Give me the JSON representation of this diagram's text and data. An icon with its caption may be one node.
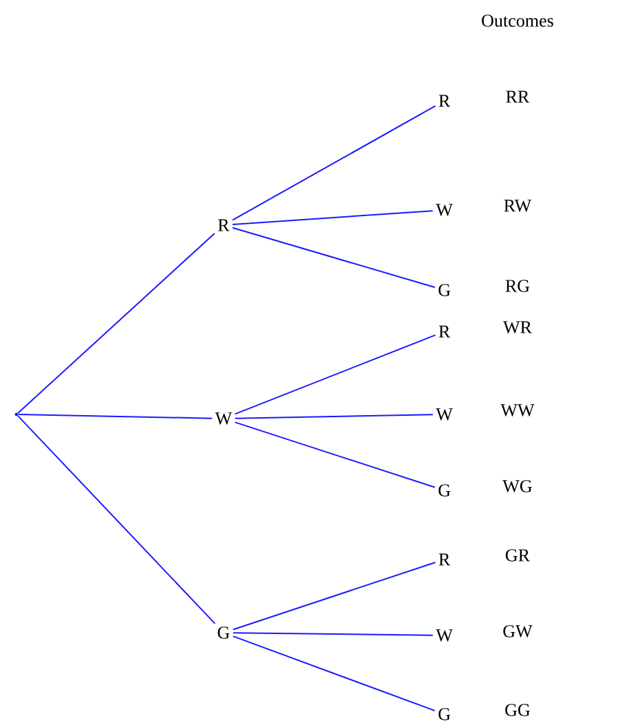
{
  "diagram": {
    "title": "Outcomes",
    "nodes": [
      {
        "text": [],
        "shape": "point"
      },
      {
        "text": [
          "R"
        ]
      },
      {
        "text": [
          "W"
        ]
      },
      {
        "text": [
          "G"
        ]
      },
      {
        "text": [
          "R"
        ],
        "beside": [
          "RR"
        ]
      },
      {
        "text": [
          "W"
        ],
        "beside": [
          "RW"
        ]
      },
      {
        "text": [
          "G"
        ],
        "beside": [
          "RG"
        ]
      },
      {
        "text": [
          "R"
        ],
        "beside": [
          "WR"
        ]
      },
      {
        "text": [
          "W"
        ],
        "beside": [
          "WW"
        ]
      },
      {
        "text": [
          "G"
        ],
        "beside": [
          "WG"
        ]
      },
      {
        "text": [
          "R"
        ],
        "beside": [
          "GR"
        ]
      },
      {
        "text": [
          "W"
        ],
        "beside": [
          "GW"
        ]
      },
      {
        "text": [
          "G"
        ],
        "beside": [
          "GG"
        ]
      }
    ],
    "edges": [
      {
        "from": 0,
        "to": 1,
        "arrow": "none"
      },
      {
        "from": 0,
        "to": 2,
        "arrow": "none"
      },
      {
        "from": 0,
        "to": 3,
        "arrow": "none"
      },
      {
        "from": 1,
        "to": 4,
        "arrow": "none"
      },
      {
        "from": 1,
        "to": 5,
        "arrow": "none"
      },
      {
        "from": 1,
        "to": 6,
        "arrow": "none"
      },
      {
        "from": 2,
        "to": 7,
        "arrow": "none"
      },
      {
        "from": 2,
        "to": 8,
        "arrow": "none"
      },
      {
        "from": 2,
        "to": 9,
        "arrow": "none"
      },
      {
        "from": 3,
        "to": 10,
        "arrow": "none"
      },
      {
        "from": 3,
        "to": 11,
        "arrow": "none"
      },
      {
        "from": 3,
        "to": 12,
        "arrow": "none"
      }
    ]
  }
}
